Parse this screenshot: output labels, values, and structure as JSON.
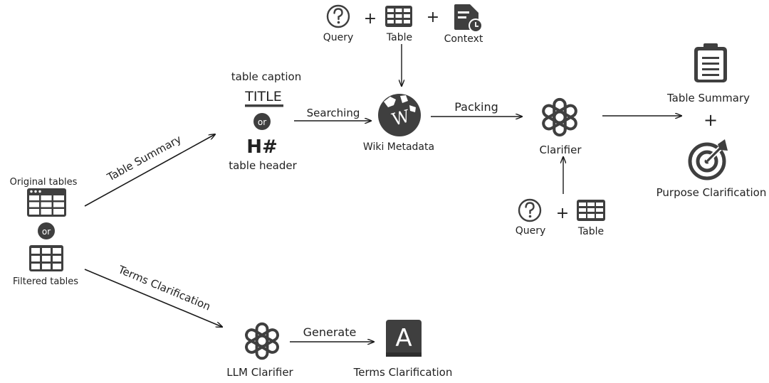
{
  "top_inputs": {
    "query": "Query",
    "table": "Table",
    "context": "Context",
    "plus": "+"
  },
  "title_word": "TITLE",
  "table_caption": "table caption",
  "or_text": "or",
  "header_glyph": "H#",
  "table_header": "table header",
  "original_tables": "Original tables",
  "filtered_tables": "Filtered tables",
  "edge_labels": {
    "table_summary": "Table Summary",
    "terms_clarification": "Terms Clarification",
    "searching": "Searching",
    "packing": "Packing",
    "generate": "Generate"
  },
  "wiki": {
    "letter": "W",
    "label": "Wiki Metadata"
  },
  "clarifier": "Clarifier",
  "clarifier_inputs": {
    "query": "Query",
    "table": "Table",
    "plus": "+"
  },
  "outputs": {
    "table_summary": "Table Summary",
    "plus": "+",
    "purpose": "Purpose Clarification"
  },
  "llm_clarifier": "LLM Clarifier",
  "terms_output": {
    "letter": "A",
    "label": "Terms Clarification"
  },
  "colors": {
    "icon": "#3f3f3f",
    "line": "#1a1a1a"
  }
}
